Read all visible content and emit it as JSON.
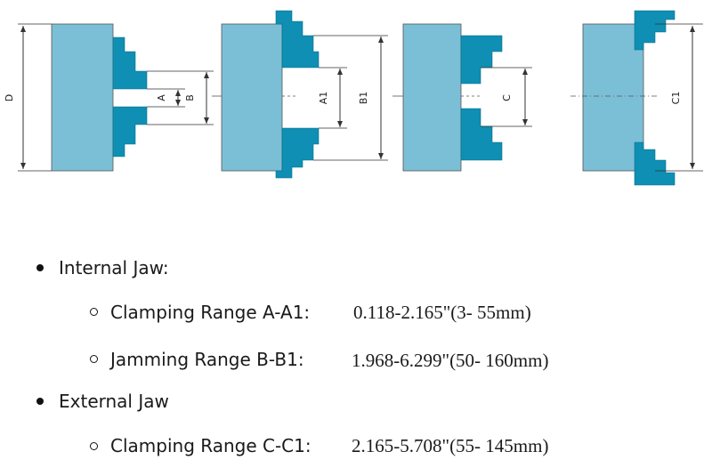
{
  "diagram": {
    "colors": {
      "body": "#7bbfd6",
      "jaw": "#0e8fb3",
      "line": "#333333",
      "centerline": "#555555"
    },
    "dimension_labels": {
      "d": "D",
      "a": "A",
      "b": "B",
      "a1": "A1",
      "b1": "B1",
      "c": "C",
      "c1": "C1"
    }
  },
  "specs": {
    "internal": {
      "title": "Internal Jaw:",
      "items": [
        {
          "label": "Clamping Range A-A1:",
          "value": "0.118-2.165\"(3- 55mm)"
        },
        {
          "label": "Jamming Range B-B1:",
          "value": "1.968-6.299\"(50- 160mm)"
        }
      ]
    },
    "external": {
      "title": "External Jaw",
      "items": [
        {
          "label": "Clamping Range C-C1:",
          "value": "2.165-5.708\"(55- 145mm)"
        }
      ]
    }
  }
}
